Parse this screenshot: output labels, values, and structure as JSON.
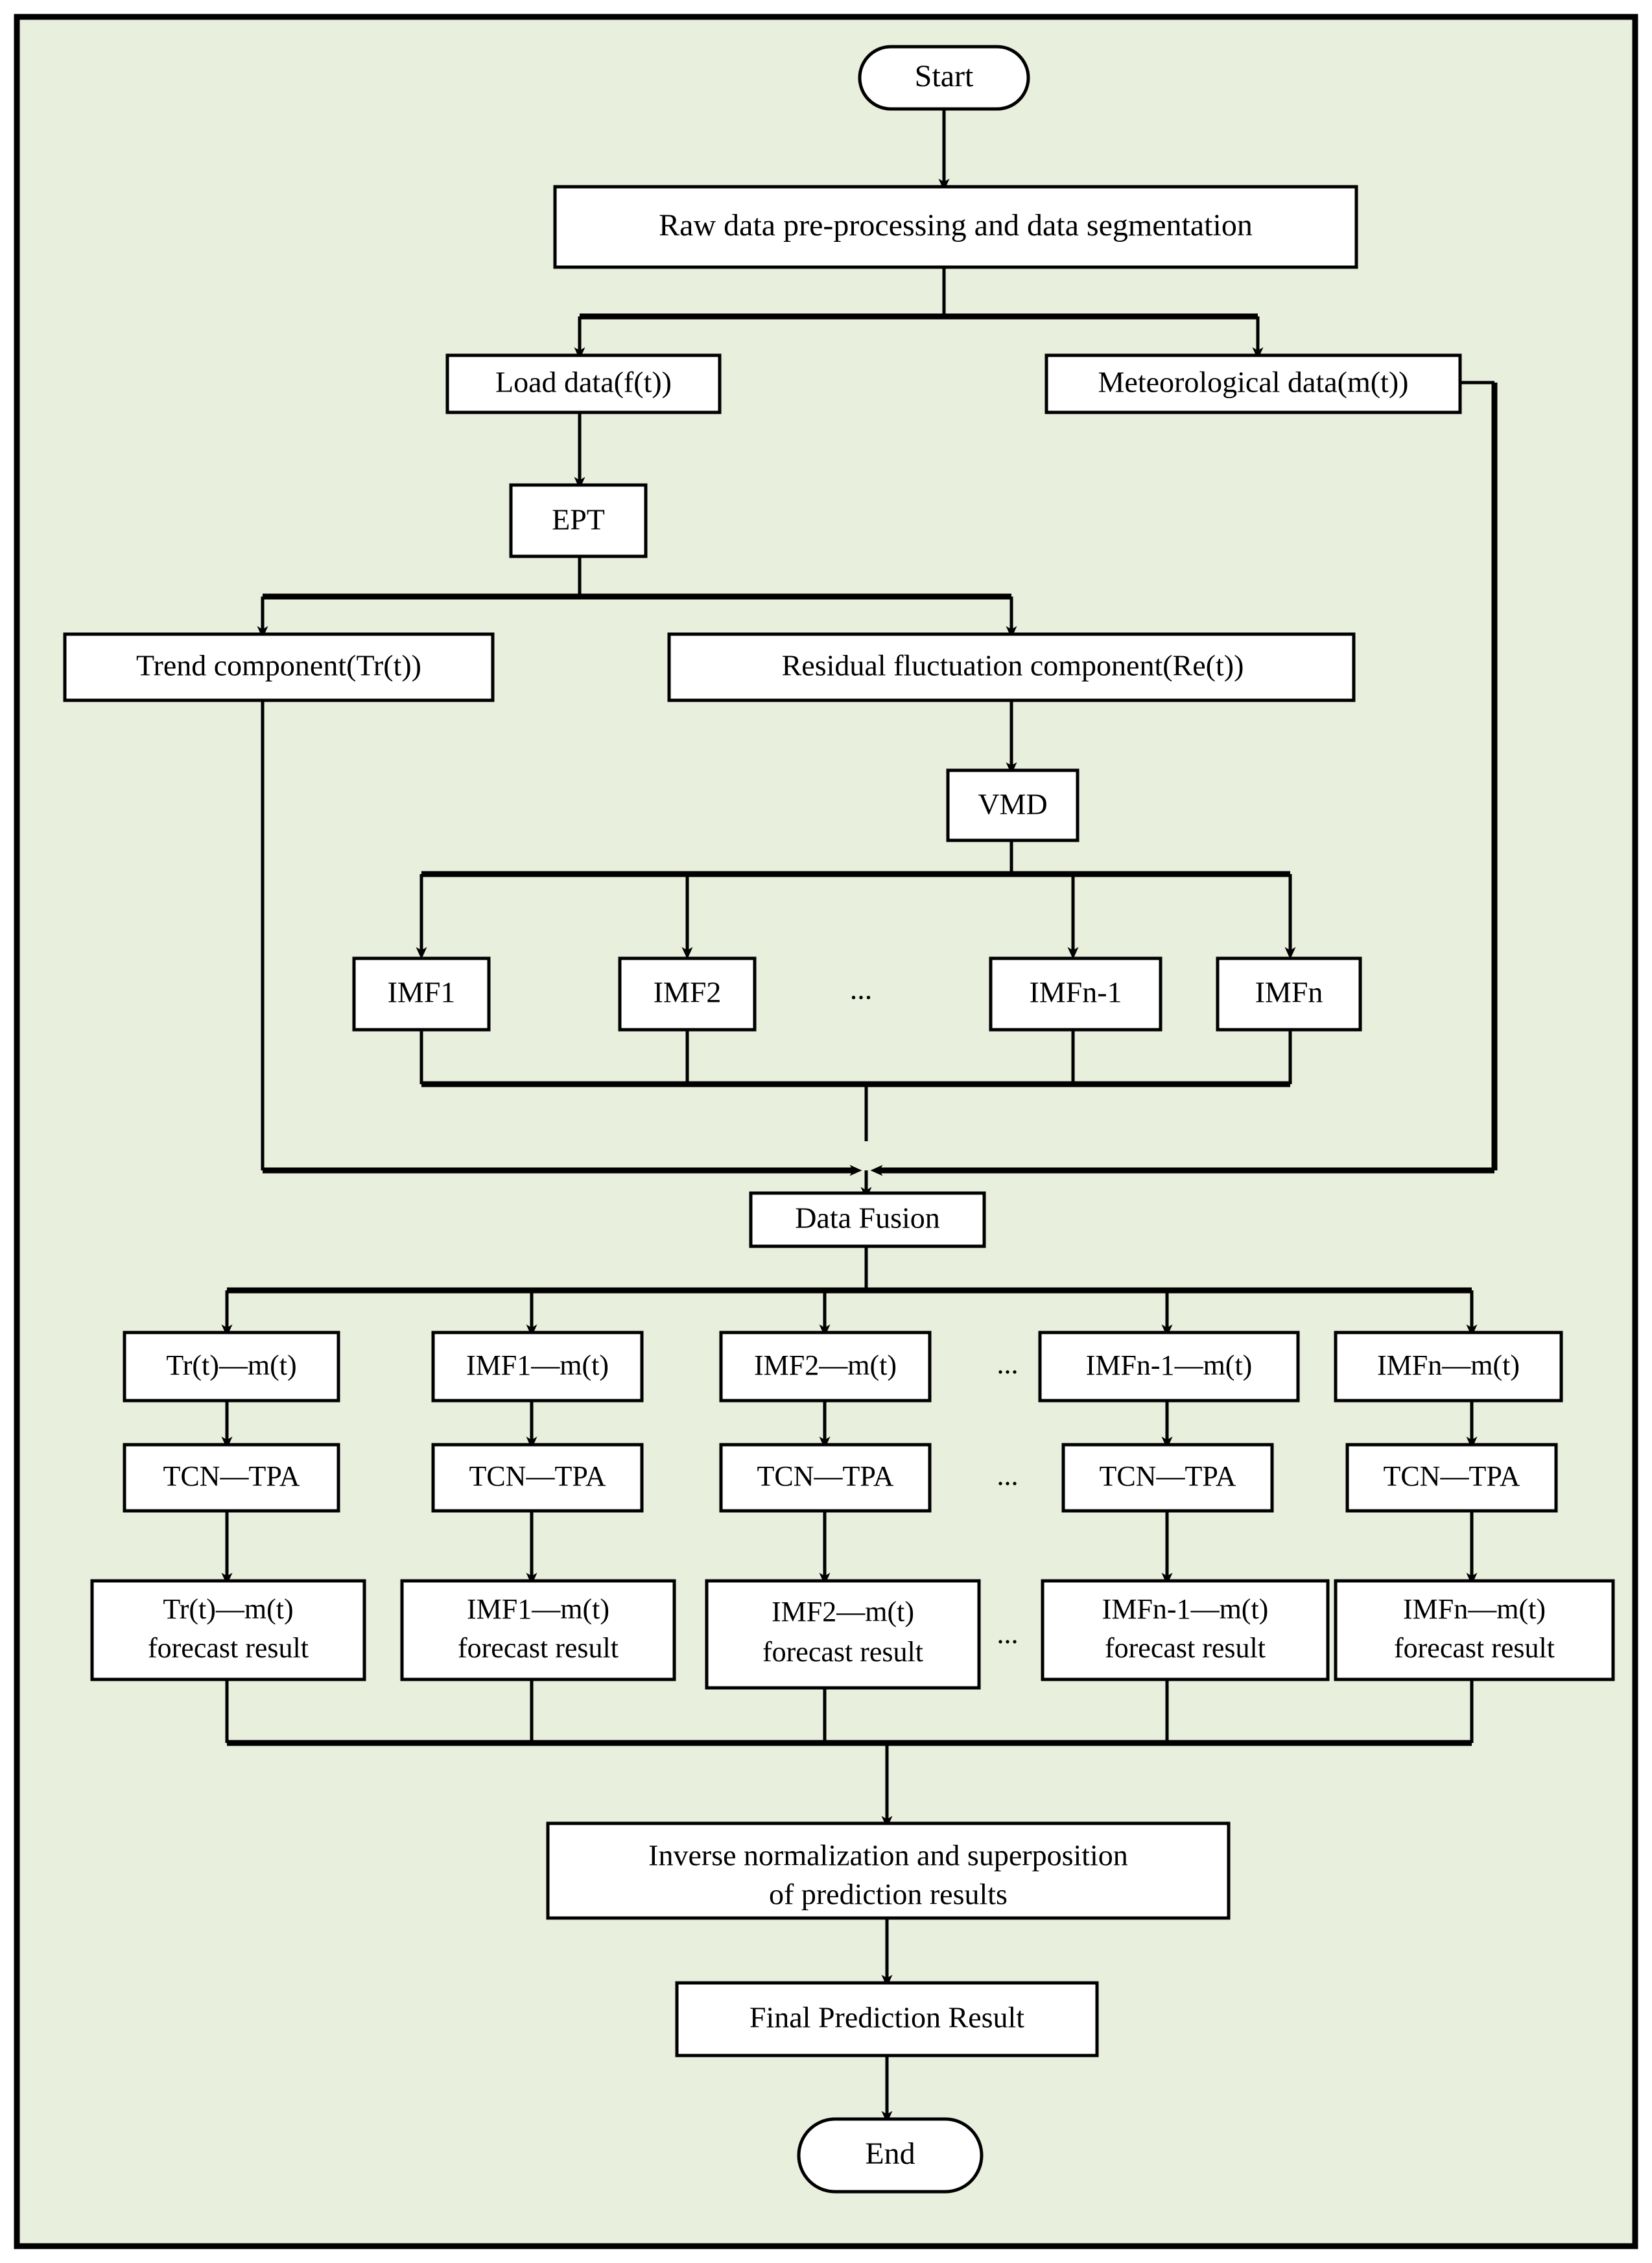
{
  "page": {
    "background_color": "#e8efdc",
    "border_color": "#000000",
    "node_fill": "#ffffff",
    "line_color": "#000000",
    "title": "Load forecasting framework flowchart"
  },
  "nodes": {
    "start": "Start",
    "preprocess": "Raw data pre-processing and data segmentation",
    "load_data": "Load data(f(t))",
    "meteo_data": "Meteorological data(m(t))",
    "ept": "EPT",
    "trend": "Trend component(Tr(t))",
    "residual": "Residual fluctuation component(Re(t))",
    "vmd": "VMD",
    "imf1": "IMF1",
    "imf2": "IMF2",
    "imfn_1": "IMFn-1",
    "imfn": "IMFn",
    "data_fusion": "Data Fusion",
    "inverse_norm_line1": "Inverse normalization and superposition",
    "inverse_norm_line2": "of prediction results",
    "final_result": "Final Prediction Result",
    "end": "End",
    "ellipsis": "..."
  },
  "fusion_columns": [
    {
      "pair": "Tr(t)—m(t)",
      "model": "TCN—TPA",
      "result_line1": "Tr(t)—m(t)",
      "result_line2": "forecast result"
    },
    {
      "pair": "IMF1—m(t)",
      "model": "TCN—TPA",
      "result_line1": "IMF1—m(t)",
      "result_line2": "forecast result"
    },
    {
      "pair": "IMF2—m(t)",
      "model": "TCN—TPA",
      "result_line1": "IMF2—m(t)",
      "result_line2": "forecast result"
    },
    {
      "pair": "IMFn-1—m(t)",
      "model": "TCN—TPA",
      "result_line1": "IMFn-1—m(t)",
      "result_line2": "forecast result"
    },
    {
      "pair": "IMFn—m(t)",
      "model": "TCN—TPA",
      "result_line1": "IMFn—m(t)",
      "result_line2": "forecast result"
    }
  ],
  "decomposition_branches": [
    "IMF1",
    "IMF2",
    "IMFn-1",
    "IMFn"
  ]
}
